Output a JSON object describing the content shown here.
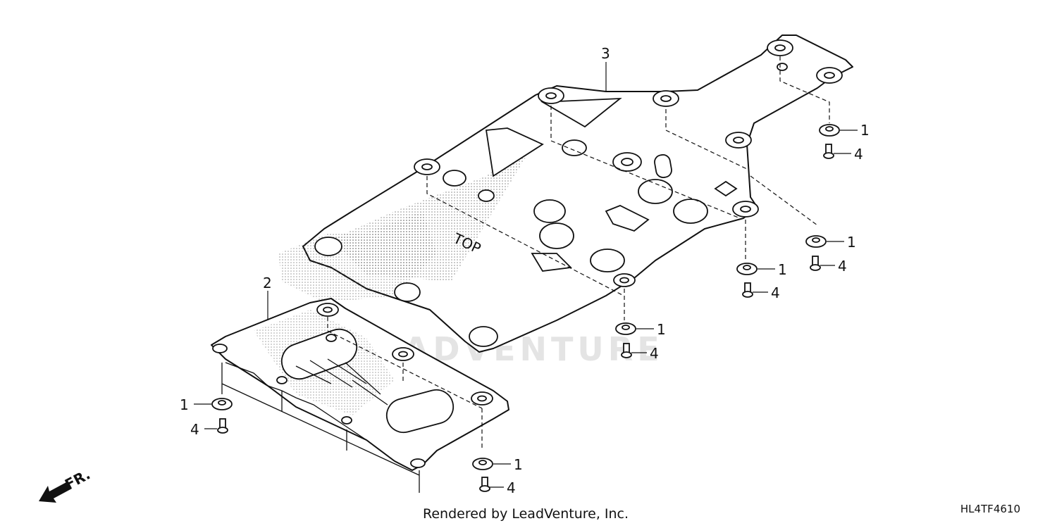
{
  "diagram": {
    "callouts": {
      "part_1": "1",
      "part_2": "2",
      "part_3": "3",
      "part_4": "4"
    },
    "top_label": "TOP",
    "direction_label": "FR.",
    "watermark": "LEADVENTURE"
  },
  "footer": {
    "credit": "Rendered by LeadVenture, Inc.",
    "diagram_code": "HL4TF4610"
  }
}
